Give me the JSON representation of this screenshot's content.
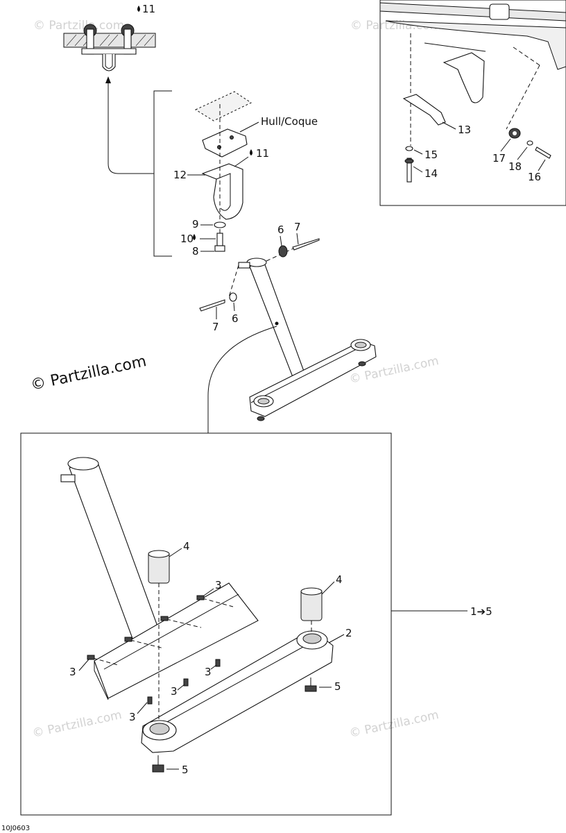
{
  "callouts": {
    "c11_top": "11",
    "hull_label": "Hull/Coque",
    "c11_mid": "11",
    "c12": "12",
    "c9": "9",
    "c10": "10",
    "c8": "8",
    "c6_right": "6",
    "c7_right": "7",
    "c7_left": "7",
    "c6_left": "6",
    "c13": "13",
    "c15": "15",
    "c14": "14",
    "c17": "17",
    "c18": "18",
    "c16": "16",
    "c4_left": "4",
    "c4_right": "4",
    "c3_a": "3",
    "c3_b": "3",
    "c3_c": "3",
    "c3_d": "3",
    "c3_e": "3",
    "c2": "2",
    "c5_right": "5",
    "c5_bottom": "5",
    "range_label": "1➔5"
  },
  "watermarks": {
    "main": "© Partzilla.com",
    "faint": "© Partzilla.com"
  },
  "diagram_code": "10J0603",
  "colors": {
    "line": "#111111",
    "watermark": "#d2d2d2",
    "background": "#ffffff"
  }
}
